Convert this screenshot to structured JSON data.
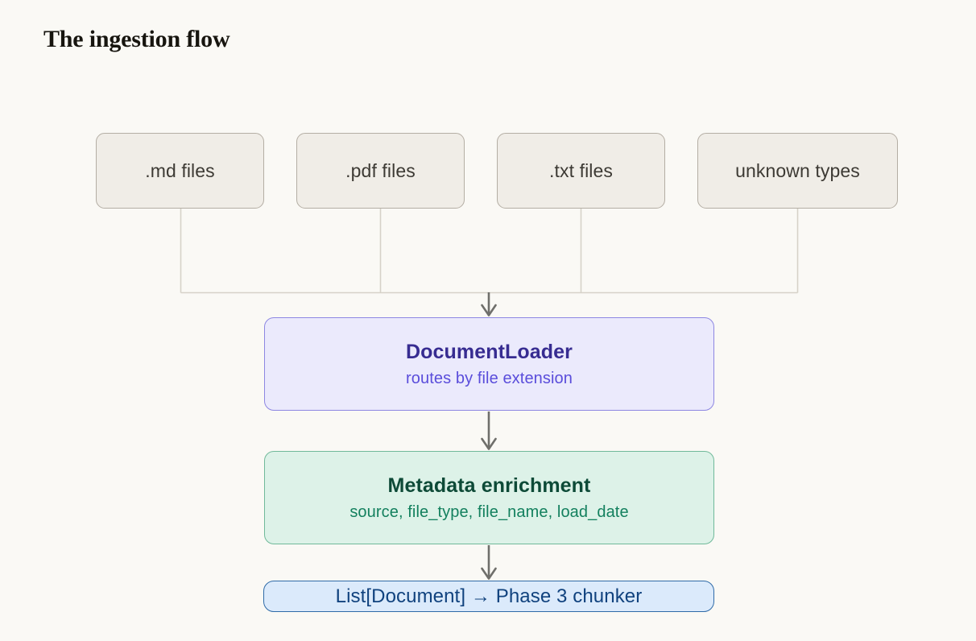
{
  "page": {
    "title": "The ingestion flow",
    "background_color": "#faf9f5"
  },
  "diagram": {
    "type": "flowchart",
    "direction": "top-to-bottom",
    "sources": [
      {
        "id": "md",
        "label": ".md files"
      },
      {
        "id": "pdf",
        "label": ".pdf files"
      },
      {
        "id": "txt",
        "label": ".txt files"
      },
      {
        "id": "unknown",
        "label": "unknown types"
      }
    ],
    "stages": [
      {
        "id": "loader",
        "title": "DocumentLoader",
        "subtitle": "routes by file extension",
        "fill_color": "#ebeafc",
        "border_color": "#8d87e2",
        "title_color": "#372c91",
        "subtitle_color": "#5a4ddb"
      },
      {
        "id": "metadata",
        "title": "Metadata enrichment",
        "subtitle": "source, file_type, file_name, load_date",
        "fill_color": "#ddf2e8",
        "border_color": "#70b99a",
        "title_color": "#0d4a37",
        "subtitle_color": "#13805e"
      }
    ],
    "output": {
      "id": "output",
      "label": "List[Document] → Phase 3 chunker",
      "fill_color": "#dbeafb",
      "border_color": "#2f6ba8",
      "text_color": "#10427e"
    },
    "source_box_style": {
      "fill_color": "#f0ede7",
      "border_color": "#b4aea4",
      "text_color": "#3d3a34"
    },
    "edges": [
      {
        "from": "md",
        "to": "loader",
        "style": "elbow"
      },
      {
        "from": "pdf",
        "to": "loader",
        "style": "elbow"
      },
      {
        "from": "txt",
        "to": "loader",
        "style": "elbow"
      },
      {
        "from": "unknown",
        "to": "loader",
        "style": "elbow"
      },
      {
        "from": "loader",
        "to": "metadata",
        "style": "straight-arrow"
      },
      {
        "from": "metadata",
        "to": "output",
        "style": "straight-arrow"
      }
    ],
    "edge_colors": {
      "rail": "#d6d2c8",
      "arrow": "#6f6f6b"
    }
  }
}
